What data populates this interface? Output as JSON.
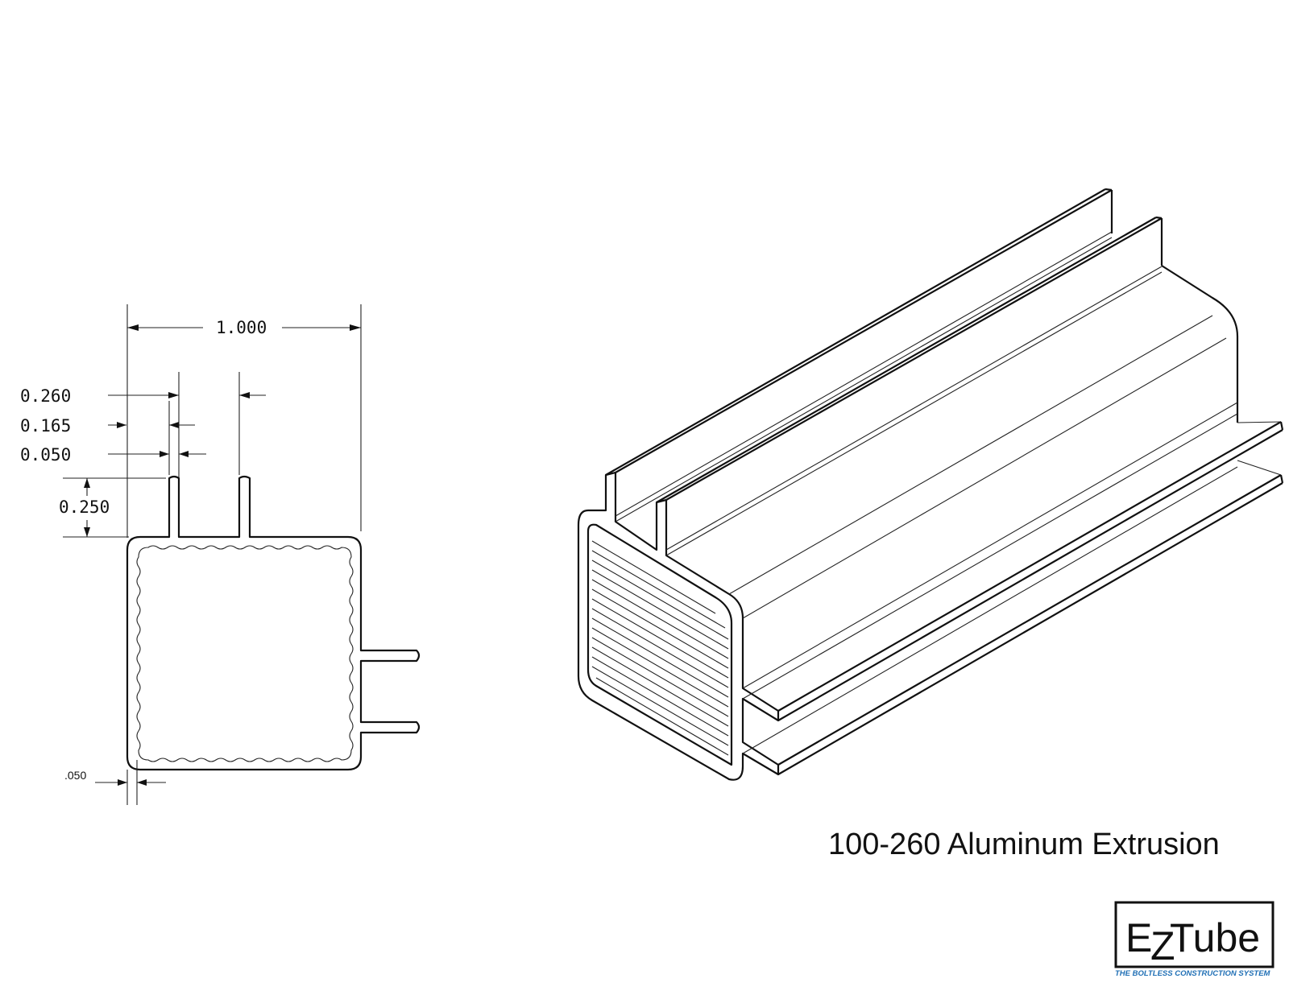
{
  "drawing": {
    "title": "100-260 Aluminum Extrusion",
    "dimensions": {
      "width": "1.000",
      "slot_260": "0.260",
      "slot_165": "0.165",
      "slot_050": "0.050",
      "fin_height": "0.250",
      "wall": ".050"
    },
    "logo": {
      "name": "EZTube",
      "tagline": "THE BOLTLESS CONSTRUCTION SYSTEM",
      "tagline_color": "#1f6fb5"
    }
  }
}
